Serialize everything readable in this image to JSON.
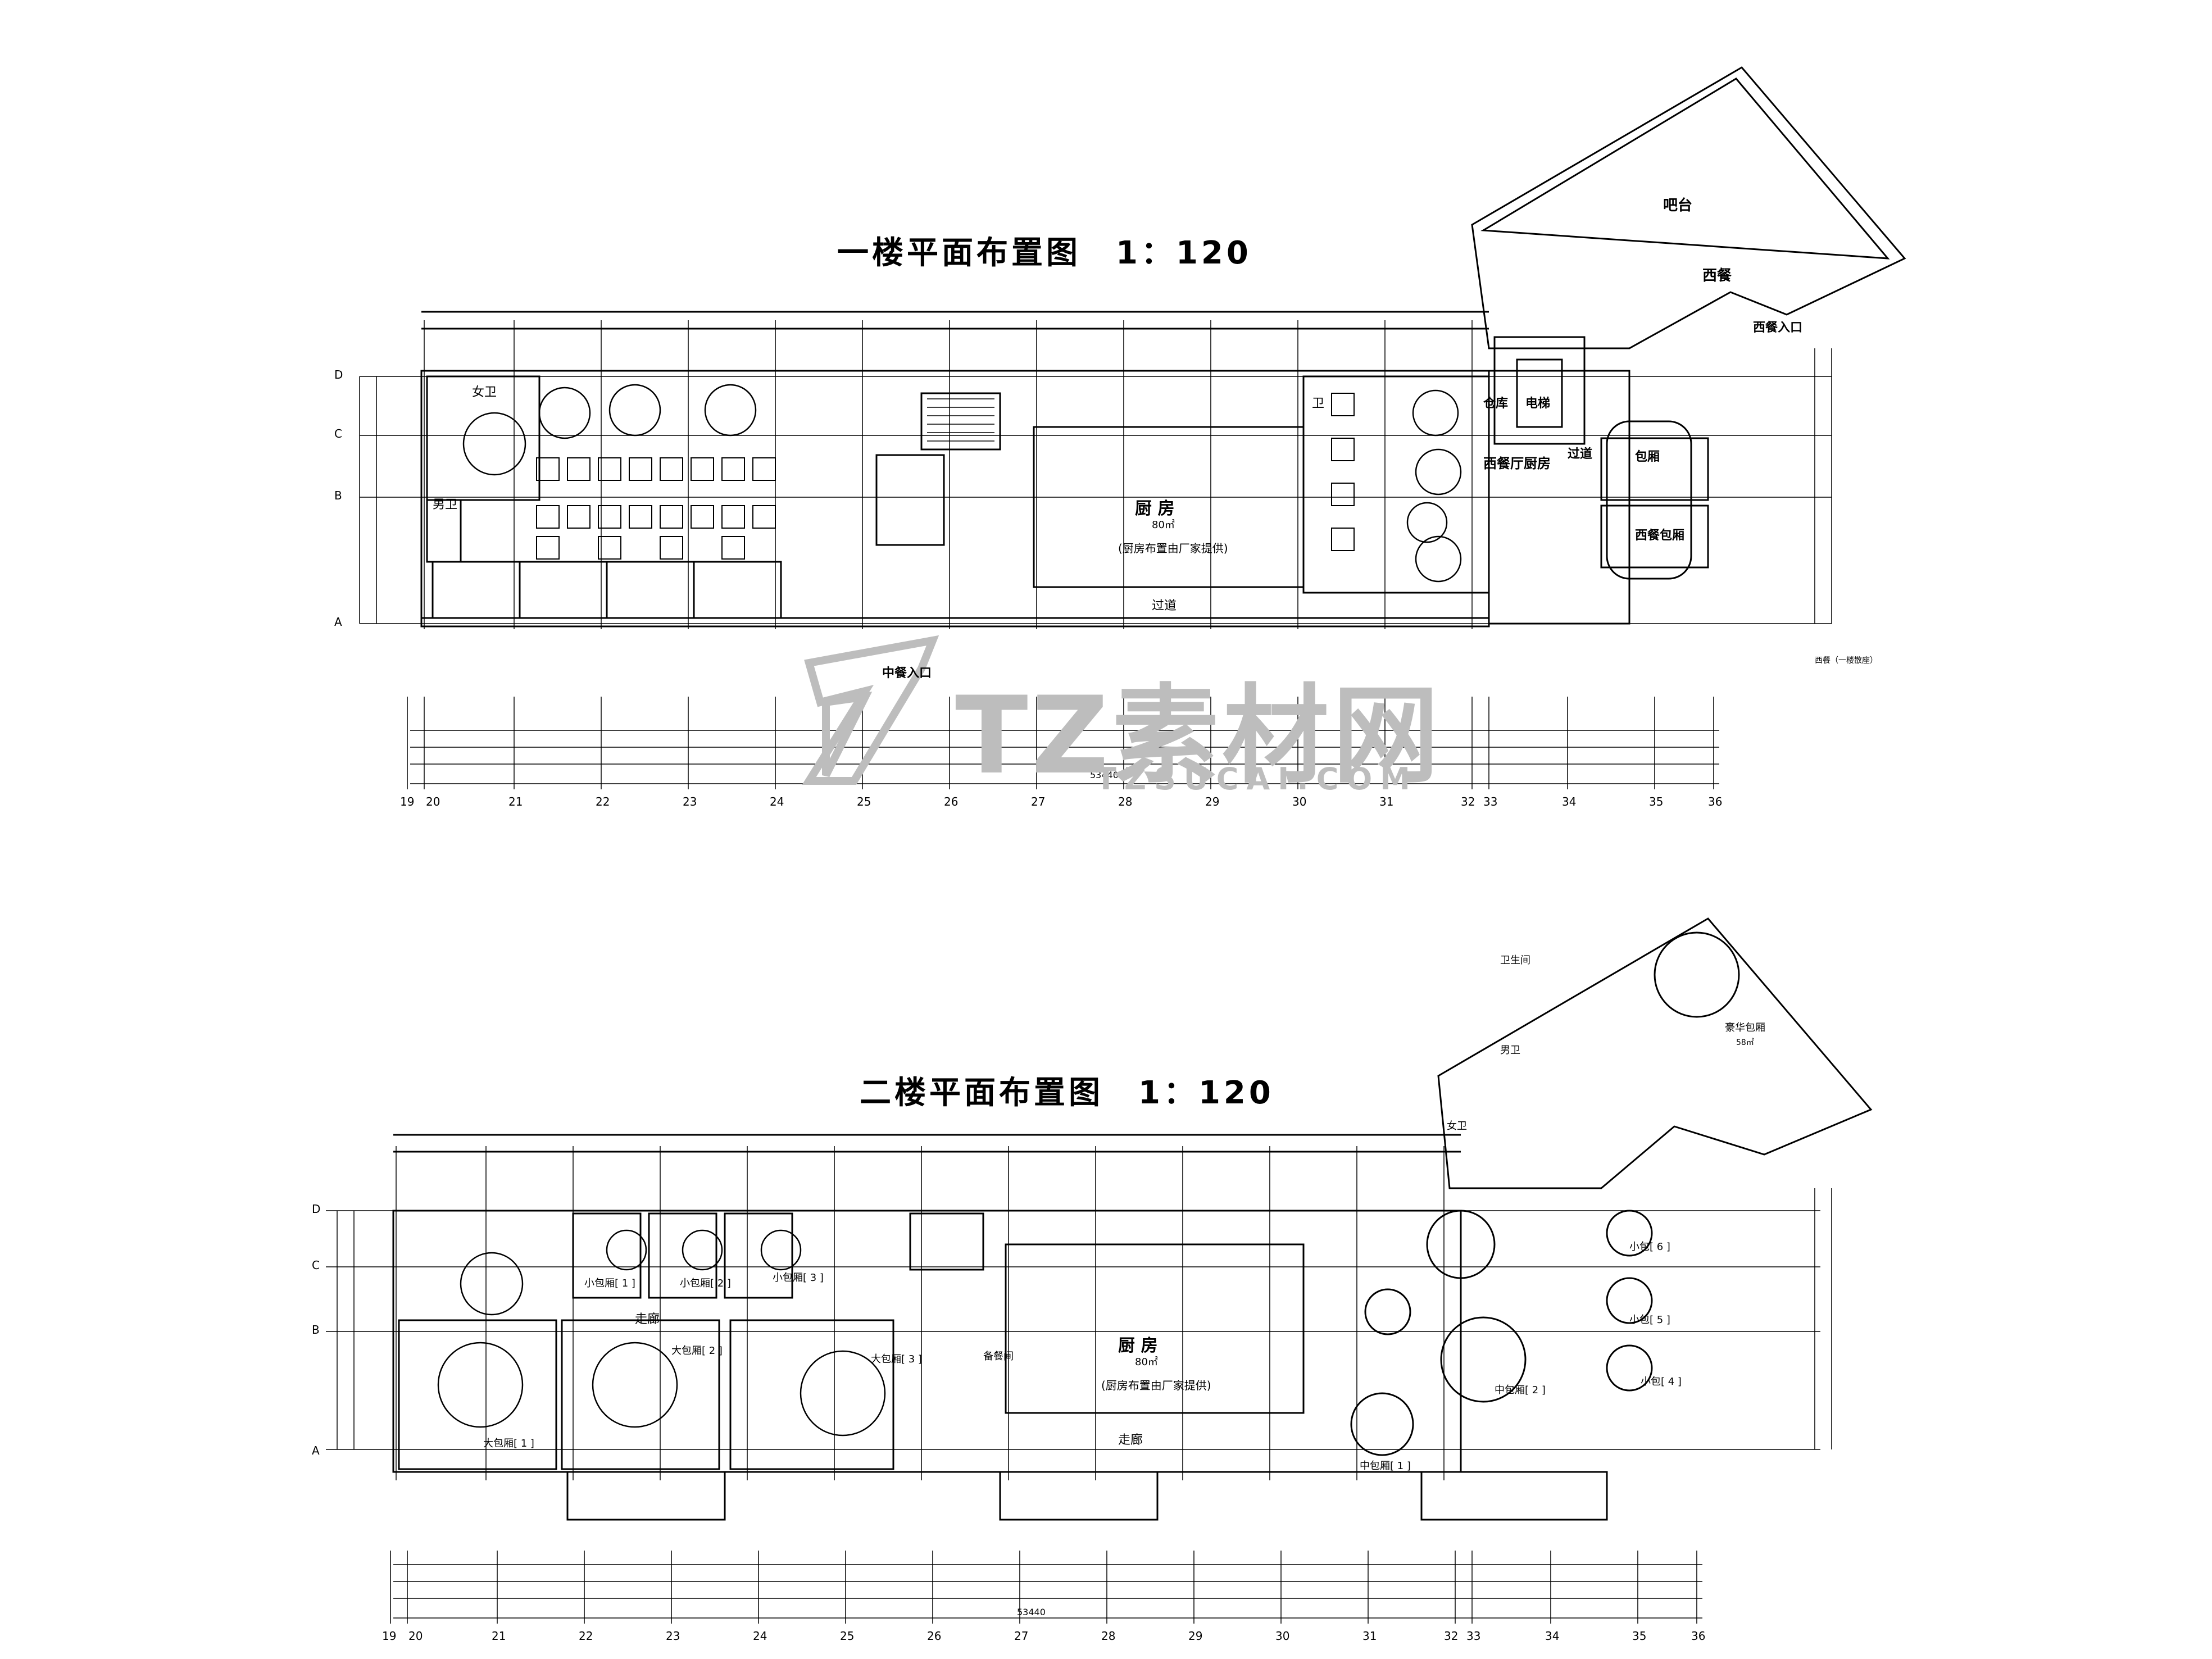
{
  "plan1": {
    "title": "一楼平面布置图　1：120",
    "kitchen": "厨 房",
    "kitchen_area": "80㎡",
    "kitchen_note": "(厨房布置由厂家提供)",
    "corridor": "过道",
    "entrance": "中餐入口",
    "bar": "吧台",
    "western": "西餐",
    "western_entrance": "西餐入口",
    "western_kitchen": "西餐厅厨房",
    "storage": "仓库",
    "elevator": "电梯",
    "private_room": "包厢",
    "western_private": "西餐包厢",
    "passage": "过道",
    "ladies": "女卫",
    "mens": "男卫",
    "wc": "卫",
    "side_note": "西餐（一楼散座）",
    "total_dim": "53440",
    "axis": [
      "19",
      "20",
      "21",
      "22",
      "23",
      "24",
      "25",
      "26",
      "27",
      "28",
      "29",
      "30",
      "31",
      "32",
      "33",
      "34",
      "35",
      "36"
    ],
    "rows": [
      "D",
      "C",
      "B",
      "A"
    ]
  },
  "plan2": {
    "title": "二楼平面布置图　1：120",
    "kitchen": "厨 房",
    "kitchen_area": "80㎡",
    "kitchen_note": "(厨房布置由厂家提供)",
    "corridor": "走廊",
    "hall": "走廊",
    "small1": "小包厢[ 1 ]",
    "small2": "小包厢[ 2 ]",
    "small3": "小包厢[ 3 ]",
    "large1": "大包厢[ 1 ]",
    "large2": "大包厢[ 2 ]",
    "large3": "大包厢[ 3 ]",
    "mid1": "中包厢[ 1 ]",
    "mid2": "中包厢[ 2 ]",
    "luxury": "豪华包厢",
    "luxury_area": "58㎡",
    "wc_room": "卫生间",
    "mens": "男卫",
    "ladies": "女卫",
    "small4": "小包[ 4 ]",
    "small5": "小包[ 5 ]",
    "small6": "小包[ 6 ]",
    "prep": "备餐间",
    "total_dim": "53440",
    "axis": [
      "19",
      "20",
      "21",
      "22",
      "23",
      "24",
      "25",
      "26",
      "27",
      "28",
      "29",
      "30",
      "31",
      "32",
      "33",
      "34",
      "35",
      "36"
    ],
    "rows": [
      "D",
      "C",
      "B",
      "A"
    ]
  },
  "watermark": {
    "brand": "TZ素材网",
    "url": "TZSUCAI.COM"
  }
}
